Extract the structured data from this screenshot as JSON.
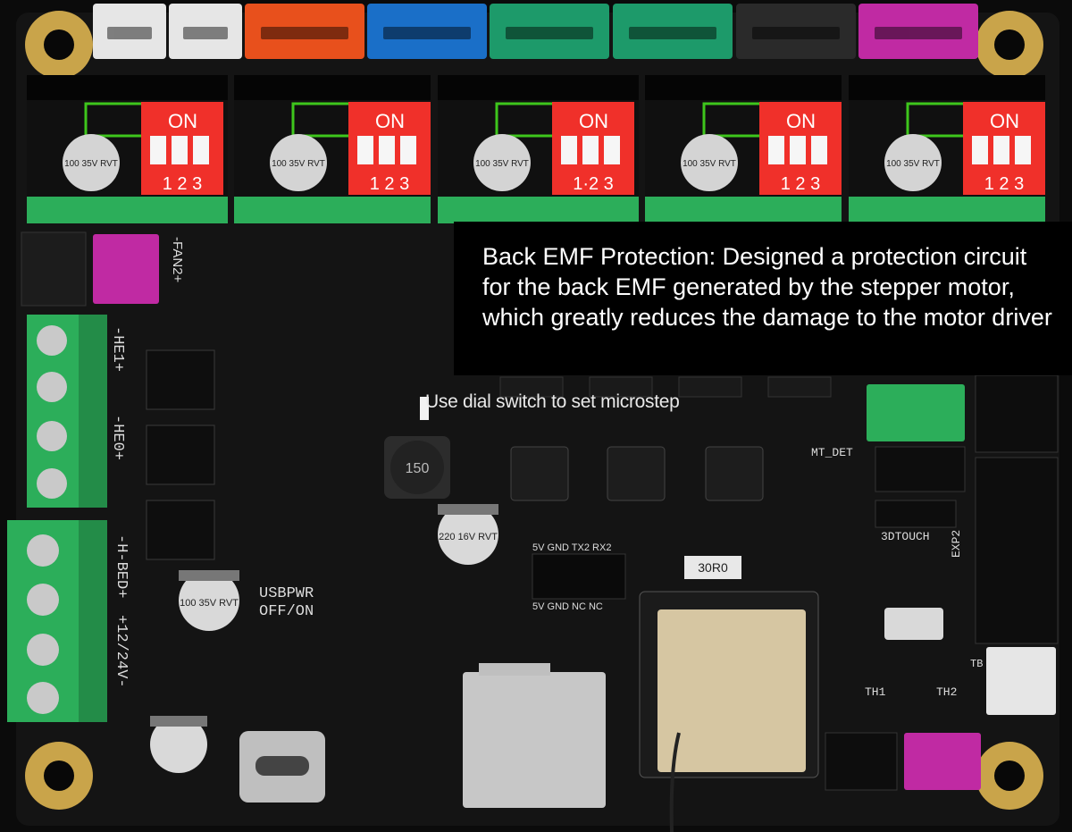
{
  "callout": {
    "text": "Back EMF Protection: Designed a protection circuit for the back EMF generated by the stepper motor, which greatly reduces the damage to the motor driver"
  },
  "caption": {
    "text": "Use dial switch to set microstep"
  },
  "driver_slots": [
    {
      "switch_label": "ON",
      "switch_numbers": "1 2 3",
      "capacitor_label": "100 35V RVT"
    },
    {
      "switch_label": "ON",
      "switch_numbers": "1 2 3",
      "capacitor_label": "100 35V RVT"
    },
    {
      "switch_label": "ON",
      "switch_numbers": "1·2 3",
      "capacitor_label": "100 35V RVT"
    },
    {
      "switch_label": "ON",
      "switch_numbers": "1 2 3",
      "capacitor_label": "100 35V RVT"
    },
    {
      "switch_label": "ON",
      "switch_numbers": "1 2 3",
      "capacitor_label": "100 35V RVT"
    }
  ],
  "silkscreen": {
    "fan2": "-FAN2+",
    "he1": "-HE1+",
    "he0": "-HE0+",
    "bed": "-H-BED+",
    "power": "+12/24V-",
    "usbpwr": "USBPWR",
    "off_on": "OFF/ON",
    "mt_det": "MT_DET",
    "threedtouch": "3DTOUCH",
    "exp2": "EXP2",
    "th1": "TH1",
    "th2": "TH2",
    "tb": "TB",
    "uart_pins": "5V GND TX2 RX2",
    "uart_pins_bottom": "5V GND NC NC",
    "resistor": "30R0",
    "cap_220": "220 16V RVT",
    "cap_100": "100 35V RVT",
    "inductor": "150"
  },
  "colors": {
    "pcb": "#141414",
    "terminal_green": "#2cae5a",
    "switch_red": "#f0302a",
    "highlight_green": "#3ec61c",
    "connector_white": "#e6e6e6",
    "connector_orange": "#e8501c",
    "connector_blue": "#1a6fc8",
    "connector_teal": "#1d9a6a",
    "connector_magenta": "#c02aa3",
    "brass_hole": "#c9a44a"
  }
}
